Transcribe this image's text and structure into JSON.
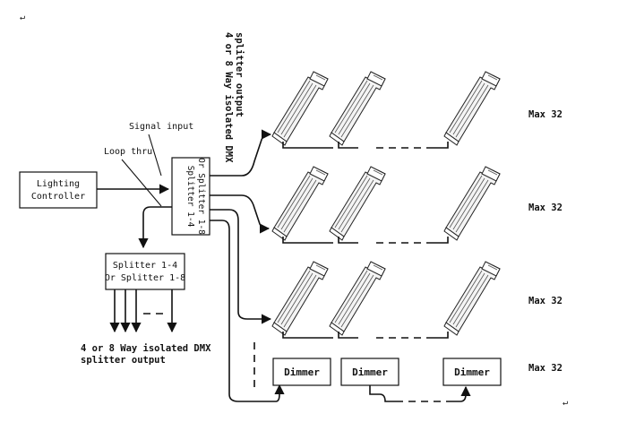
{
  "corner_marks": [
    "↵",
    "↵"
  ],
  "lighting_controller": {
    "line1": "Lighting",
    "line2": "Controller"
  },
  "annotations": {
    "signal_input": "Signal input",
    "loop_thru": "Loop thru",
    "splitter_output_top_line1": "4 or 8 Way isolated DMX",
    "splitter_output_top_line2": "splitter output",
    "splitter_output_bottom_line1": "4 or 8 Way isolated DMX",
    "splitter_output_bottom_line2": "splitter output"
  },
  "main_splitter": {
    "line1": "Splitter 1-4",
    "line2": "Or Splitter 1-8"
  },
  "secondary_splitter": {
    "line1": "Splitter 1-4",
    "line2": "Or Splitter 1-8"
  },
  "rows": [
    {
      "max_label": "Max 32"
    },
    {
      "max_label": "Max 32"
    },
    {
      "max_label": "Max 32"
    },
    {
      "max_label": "Max 32"
    }
  ],
  "dimmers": [
    "Dimmer",
    "Dimmer",
    "Dimmer"
  ]
}
